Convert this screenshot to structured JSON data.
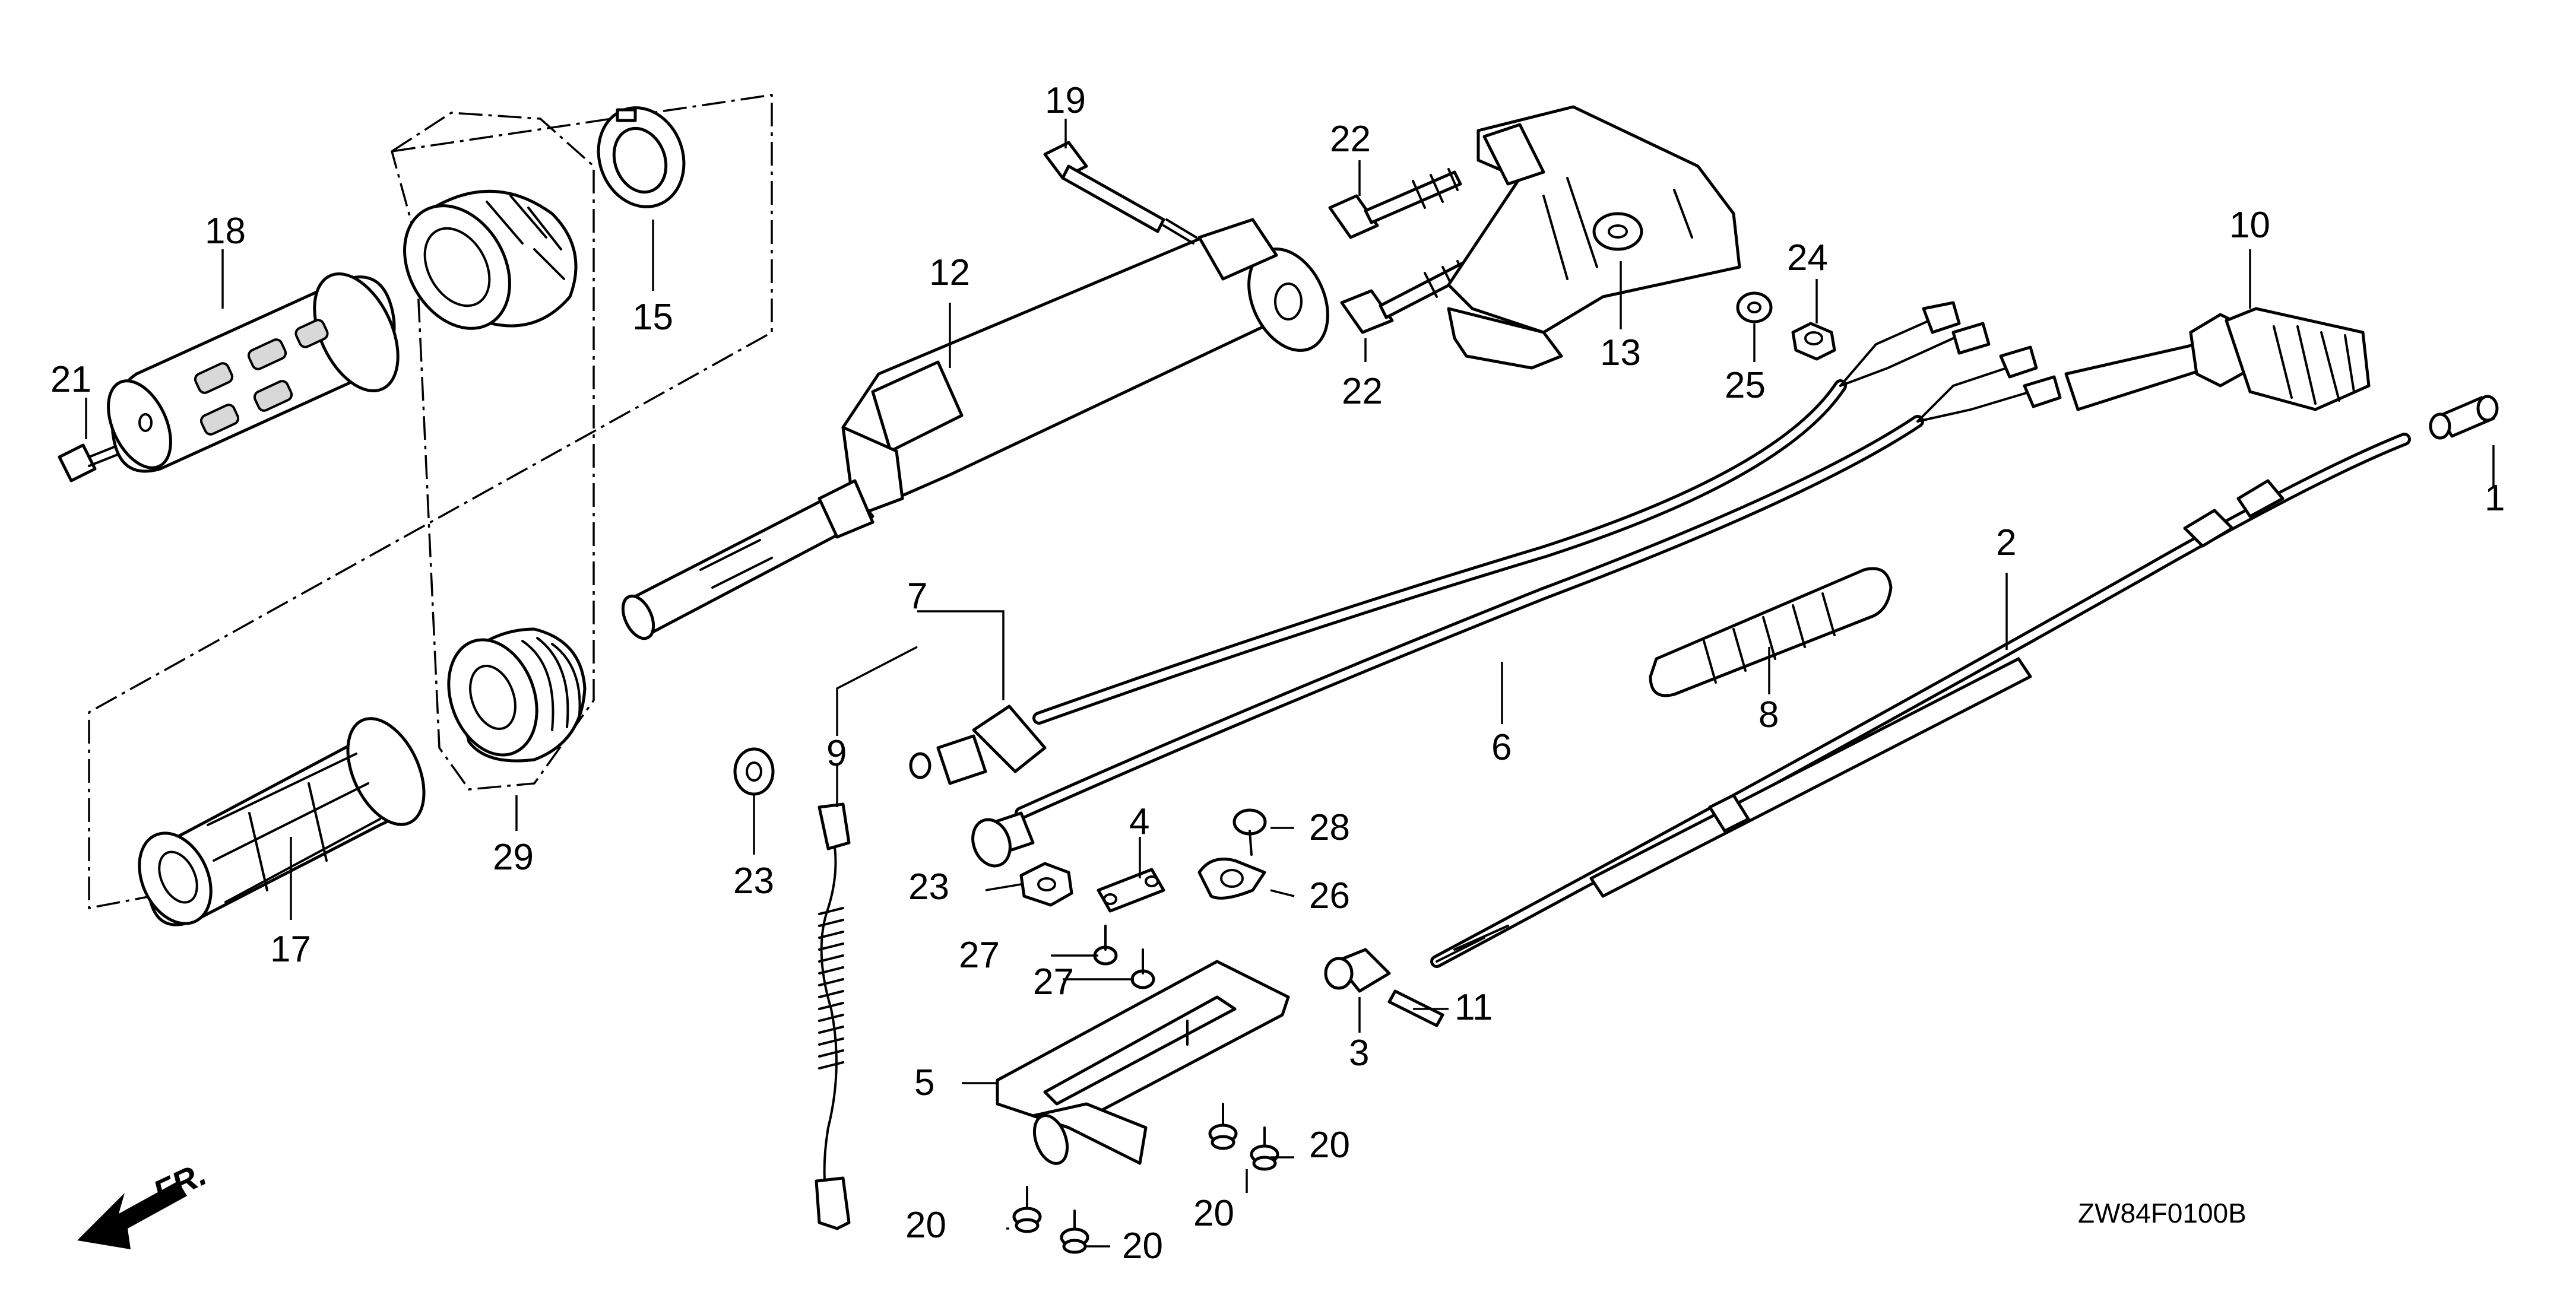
{
  "diagram": {
    "code": "ZW84F0100B",
    "front_marker": "FR.",
    "callouts": {
      "c1": "1",
      "c2": "2",
      "c3": "3",
      "c4": "4",
      "c5": "5",
      "c6": "6",
      "c7": "7",
      "c8": "8",
      "c9": "9",
      "c10": "10",
      "c11": "11",
      "c12": "12",
      "c13": "13",
      "c15": "15",
      "c17": "17",
      "c18": "18",
      "c19": "19",
      "c20a": "20",
      "c20b": "20",
      "c20c": "20",
      "c20d": "20",
      "c21": "21",
      "c22a": "22",
      "c22b": "22",
      "c23a": "23",
      "c23b": "23",
      "c24": "24",
      "c25": "25",
      "c26": "26",
      "c27a": "27",
      "c27b": "27",
      "c28": "28",
      "c29": "29"
    }
  }
}
